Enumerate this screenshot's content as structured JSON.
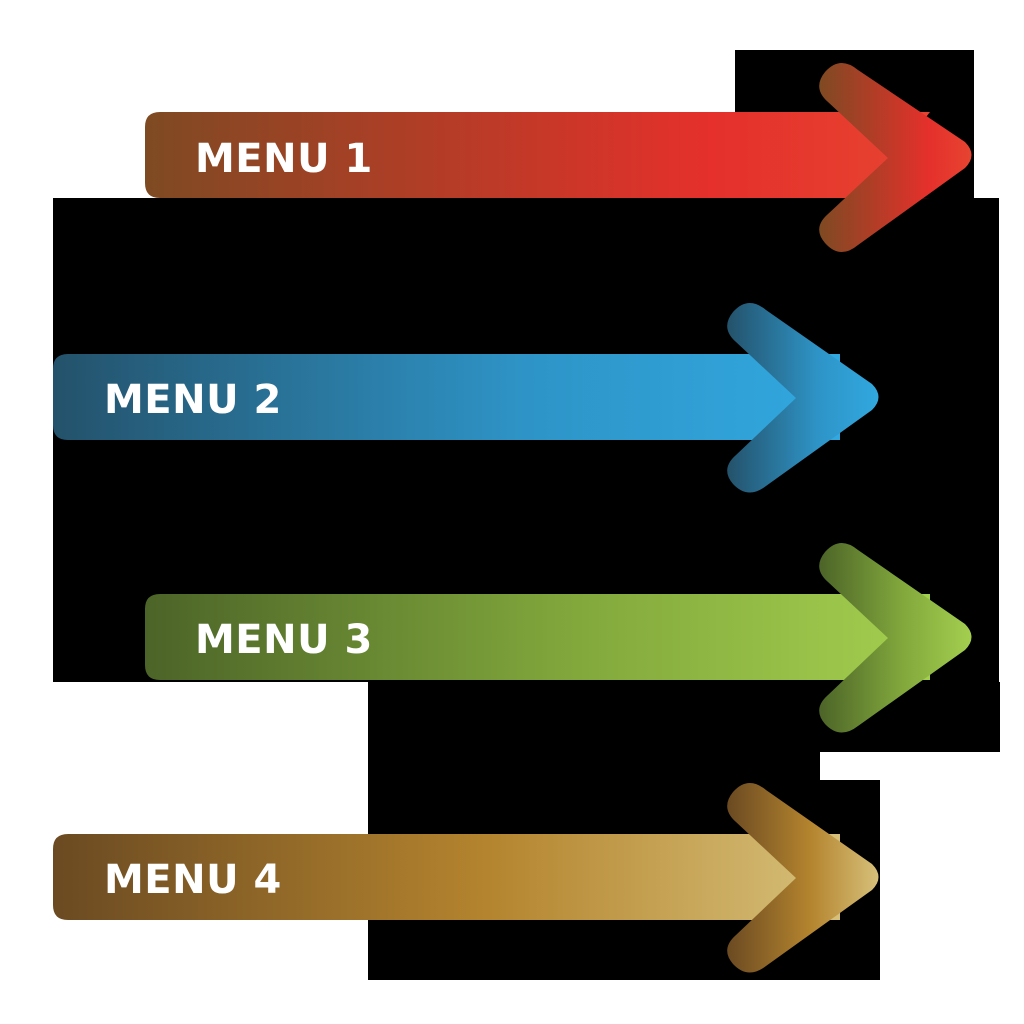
{
  "menu": {
    "items": [
      {
        "label": "MENU 1",
        "colors": {
          "start": "#7e4a22",
          "mid": "#e5302b",
          "end": "#e64431"
        }
      },
      {
        "label": "MENU 2",
        "colors": {
          "start": "#24526b",
          "mid": "#2e94c7",
          "end": "#31a8df"
        }
      },
      {
        "label": "MENU 3",
        "colors": {
          "start": "#4c6428",
          "mid": "#82a83c",
          "end": "#a3cf4f"
        }
      },
      {
        "label": "MENU 4",
        "colors": {
          "start": "#6b4a22",
          "mid": "#b4842e",
          "end": "#d6c07a"
        }
      }
    ]
  },
  "background": {
    "color": "#000000"
  }
}
